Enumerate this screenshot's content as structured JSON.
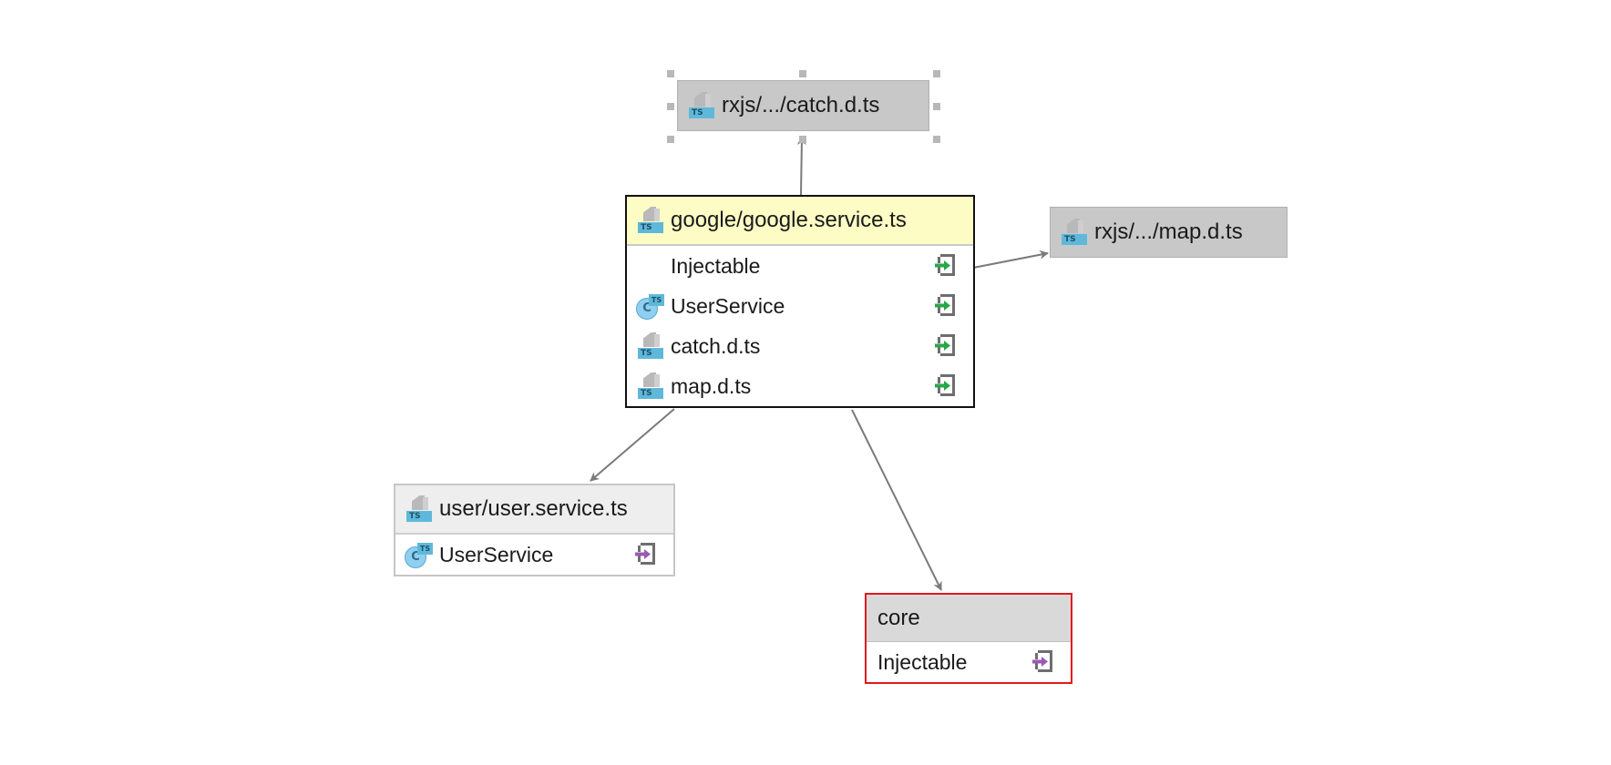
{
  "diagram": {
    "nodes": {
      "catch_d_ts": {
        "label": "rxjs/.../catch.d.ts",
        "selected": true
      },
      "map_d_ts": {
        "label": "rxjs/.../map.d.ts"
      },
      "google_service": {
        "label": "google/google.service.ts",
        "rows": [
          {
            "label": "Injectable",
            "icon": "none",
            "action_icon": "import-icon"
          },
          {
            "label": "UserService",
            "icon": "ts-class-icon",
            "action_icon": "import-icon"
          },
          {
            "label": "catch.d.ts",
            "icon": "ts-file-icon",
            "action_icon": "import-icon"
          },
          {
            "label": "map.d.ts",
            "icon": "ts-file-icon",
            "action_icon": "import-icon"
          }
        ]
      },
      "user_service": {
        "label": "user/user.service.ts",
        "rows": [
          {
            "label": "UserService",
            "icon": "ts-class-icon",
            "action_icon": "export-icon"
          }
        ]
      },
      "core": {
        "label": "core",
        "rows": [
          {
            "label": "Injectable",
            "icon": "none",
            "action_icon": "export-icon"
          }
        ]
      }
    },
    "edges": [
      {
        "from": "google_service",
        "to": "catch_d_ts"
      },
      {
        "from": "google_service",
        "to": "map_d_ts"
      },
      {
        "from": "google_service",
        "to": "user_service"
      },
      {
        "from": "google_service",
        "to": "core"
      }
    ],
    "colors": {
      "edge": "#7a7a7a",
      "focused_header": "#fdfcc4",
      "module_header": "#d9d9d9",
      "external_node": "#c8c8c8",
      "error_border": "#e0191e",
      "import_arrow": "#2aa64a",
      "export_arrow": "#9b59b6"
    }
  }
}
